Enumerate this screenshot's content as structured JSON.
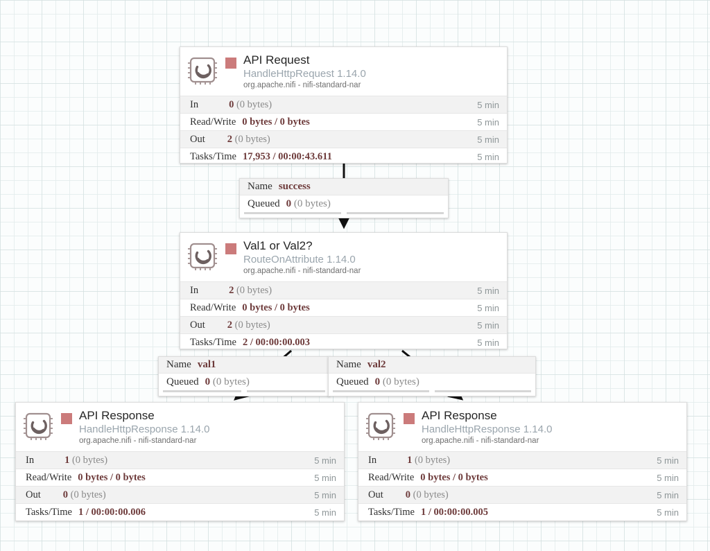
{
  "canvas": {
    "app": "Apache NiFi Flow Canvas",
    "grid": "graph-paper",
    "accent_status_color": "#cb7b7b",
    "value_color": "#6d3a3a",
    "type_color": "#9aa5ad"
  },
  "icons": {
    "processor": "processor-chip-icon",
    "status": "status-stopped-square-icon"
  },
  "processors": [
    {
      "id": "api-request",
      "name": "API Request",
      "type": "HandleHttpRequest 1.14.0",
      "bundle": "org.apache.nifi - nifi-standard-nar",
      "stats": [
        {
          "label": "In",
          "value": "0",
          "detail": "(0 bytes)",
          "time": "5 min"
        },
        {
          "label": "Read/Write",
          "value": "0 bytes / 0 bytes",
          "detail": "",
          "time": "5 min"
        },
        {
          "label": "Out",
          "value": "2",
          "detail": "(0 bytes)",
          "time": "5 min"
        },
        {
          "label": "Tasks/Time",
          "value": "17,953 / 00:00:43.611",
          "detail": "",
          "time": "5 min"
        }
      ]
    },
    {
      "id": "val1-or-val2",
      "name": "Val1 or Val2?",
      "type": "RouteOnAttribute 1.14.0",
      "bundle": "org.apache.nifi - nifi-standard-nar",
      "stats": [
        {
          "label": "In",
          "value": "2",
          "detail": "(0 bytes)",
          "time": "5 min"
        },
        {
          "label": "Read/Write",
          "value": "0 bytes / 0 bytes",
          "detail": "",
          "time": "5 min"
        },
        {
          "label": "Out",
          "value": "2",
          "detail": "(0 bytes)",
          "time": "5 min"
        },
        {
          "label": "Tasks/Time",
          "value": "2 / 00:00:00.003",
          "detail": "",
          "time": "5 min"
        }
      ]
    },
    {
      "id": "api-response-left",
      "name": "API Response",
      "type": "HandleHttpResponse 1.14.0",
      "bundle": "org.apache.nifi - nifi-standard-nar",
      "stats": [
        {
          "label": "In",
          "value": "1",
          "detail": "(0 bytes)",
          "time": "5 min"
        },
        {
          "label": "Read/Write",
          "value": "0 bytes / 0 bytes",
          "detail": "",
          "time": "5 min"
        },
        {
          "label": "Out",
          "value": "0",
          "detail": "(0 bytes)",
          "time": "5 min"
        },
        {
          "label": "Tasks/Time",
          "value": "1 / 00:00:00.006",
          "detail": "",
          "time": "5 min"
        }
      ]
    },
    {
      "id": "api-response-right",
      "name": "API Response",
      "type": "HandleHttpResponse 1.14.0",
      "bundle": "org.apache.nifi - nifi-standard-nar",
      "stats": [
        {
          "label": "In",
          "value": "1",
          "detail": "(0 bytes)",
          "time": "5 min"
        },
        {
          "label": "Read/Write",
          "value": "0 bytes / 0 bytes",
          "detail": "",
          "time": "5 min"
        },
        {
          "label": "Out",
          "value": "0",
          "detail": "(0 bytes)",
          "time": "5 min"
        },
        {
          "label": "Tasks/Time",
          "value": "1 / 00:00:00.005",
          "detail": "",
          "time": "5 min"
        }
      ]
    }
  ],
  "connections": [
    {
      "id": "conn-success",
      "name_label": "Name",
      "name_value": "success",
      "queued_label": "Queued",
      "queued_value": "0",
      "queued_detail": "(0 bytes)"
    },
    {
      "id": "conn-val1",
      "name_label": "Name",
      "name_value": "val1",
      "queued_label": "Queued",
      "queued_value": "0",
      "queued_detail": "(0 bytes)"
    },
    {
      "id": "conn-val2",
      "name_label": "Name",
      "name_value": "val2",
      "queued_label": "Queued",
      "queued_value": "0",
      "queued_detail": "(0 bytes)"
    }
  ]
}
